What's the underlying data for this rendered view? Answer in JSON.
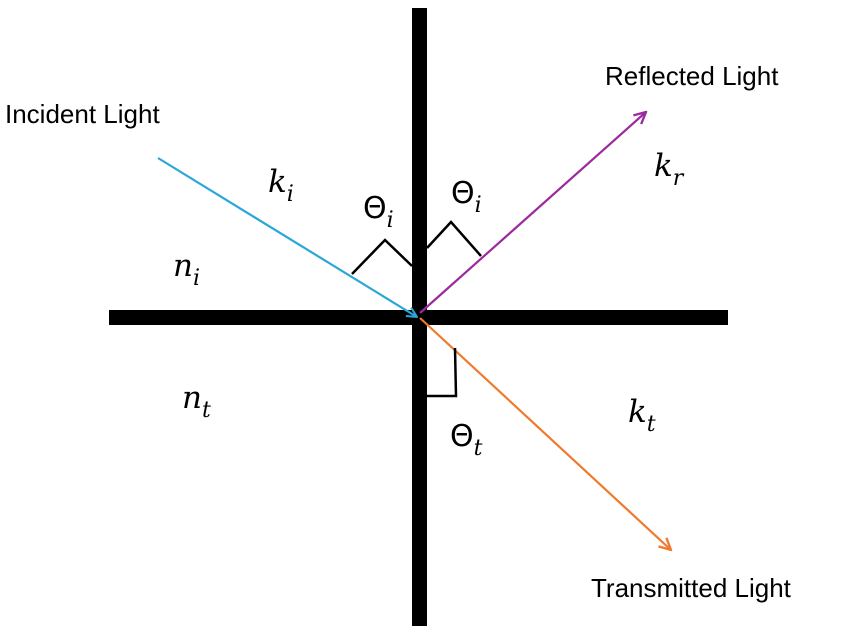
{
  "labels": {
    "incident": "Incident Light",
    "reflected": "Reflected Light",
    "transmitted": "Transmitted Light"
  },
  "symbols": {
    "k": "k",
    "n": "n",
    "theta": "Θ",
    "sub_i": "i",
    "sub_r": "r",
    "sub_t": "t"
  },
  "colors": {
    "axes": "#000000",
    "incident": "#2aa7d8",
    "reflected": "#9b2a9f",
    "transmitted": "#ef7a2e",
    "background": "#ffffff"
  }
}
